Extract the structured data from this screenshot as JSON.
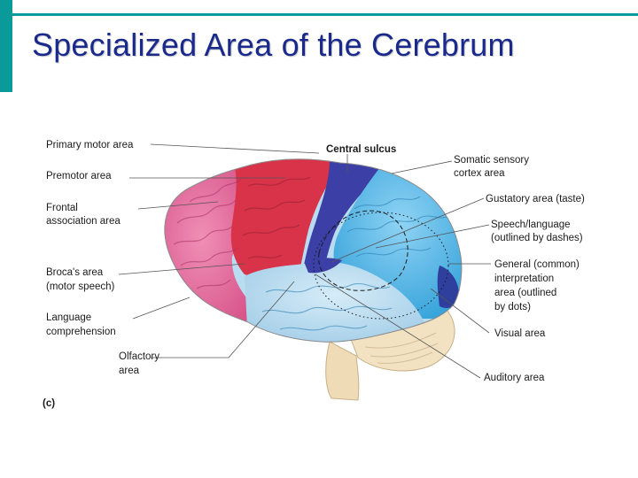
{
  "slide": {
    "title": "Specialized Area of the Cerebrum",
    "accent_color": "#0a9a9a",
    "title_color": "#1a2a8c"
  },
  "figure": {
    "panel_label": "(c)",
    "labels_left": {
      "primary_motor": "Primary motor area",
      "premotor": "Premotor area",
      "frontal_line1": "Frontal",
      "frontal_line2": "association area",
      "broca_line1": "Broca's area",
      "broca_line2": "(motor speech)",
      "language_line1": "Language",
      "language_line2": "comprehension",
      "olfactory_line1": "Olfactory",
      "olfactory_line2": "area"
    },
    "labels_right": {
      "central_sulcus": "Central sulcus",
      "somatic_line1": "Somatic sensory",
      "somatic_line2": "cortex area",
      "gustatory": "Gustatory area (taste)",
      "speech_line1": "Speech/language",
      "speech_line2": "(outlined by dashes)",
      "general_line1": "General (common)",
      "general_line2": "interpretation",
      "general_line3": "area (outlined",
      "general_line4": "by dots)",
      "visual": "Visual area",
      "auditory": "Auditory area"
    },
    "colors": {
      "frontal_pink": "#e25c93",
      "motor_red": "#d9334a",
      "sensory_navy": "#3b3fa6",
      "parietal_blue": "#47b7e8",
      "temporal_lightblue": "#b9dcf0",
      "brainstem_tan": "#efdcb6"
    }
  }
}
